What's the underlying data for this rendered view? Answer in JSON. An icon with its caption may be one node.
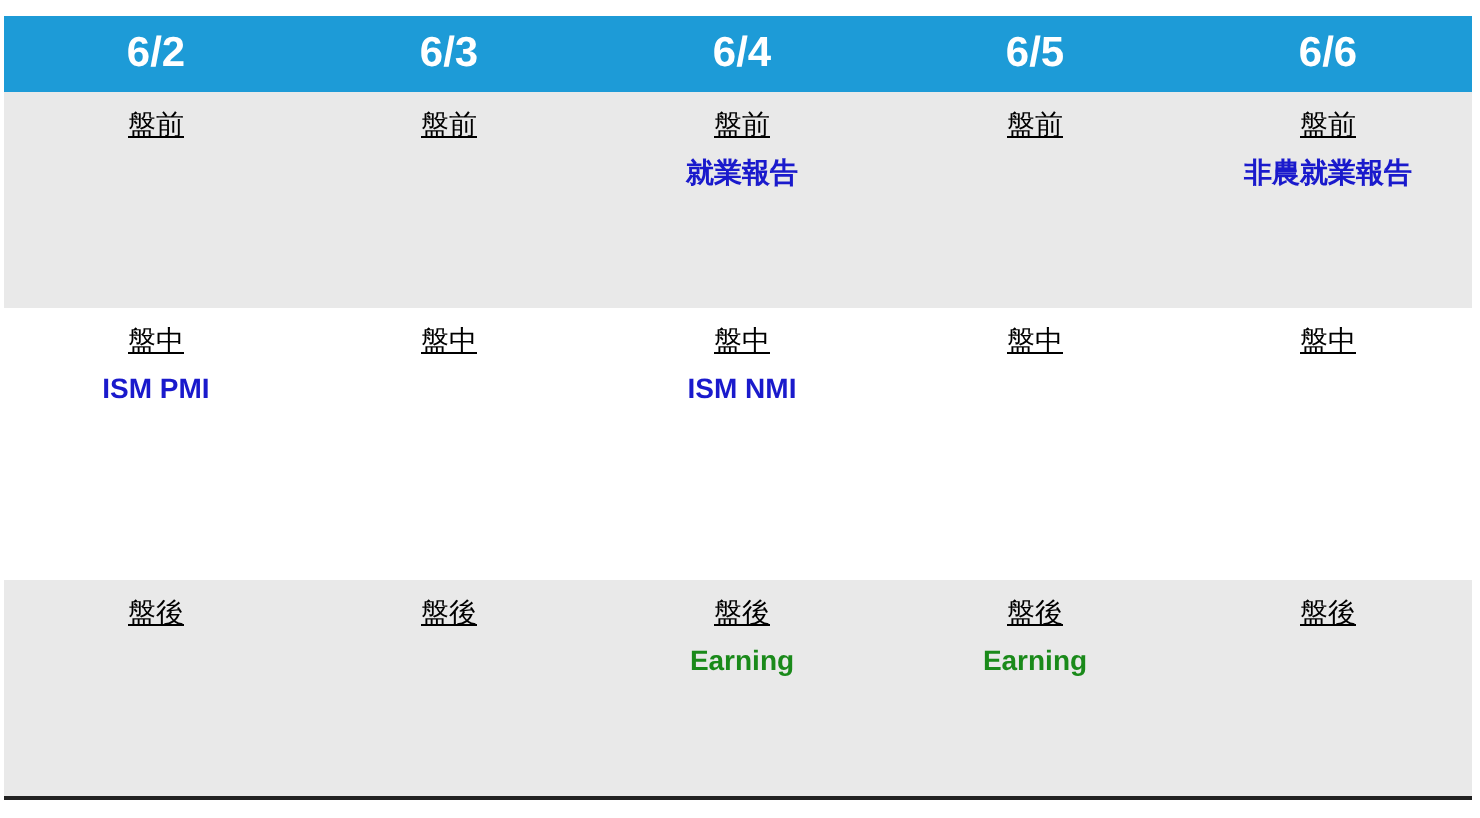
{
  "diagram": {
    "labels": [
      "6/2",
      "6/3",
      "6/4",
      "6/5",
      "6/6",
      "盤前",
      "盤前",
      "盤前",
      "就業報告",
      "盤前",
      "盤前",
      "非農就業報告",
      "盤中",
      "ISM PMI",
      "盤中",
      "盤中",
      "ISM NMI",
      "盤中",
      "盤中",
      "盤後",
      "盤後",
      "盤後",
      "Earning",
      "盤後",
      "Earning",
      "盤後"
    ]
  }
}
